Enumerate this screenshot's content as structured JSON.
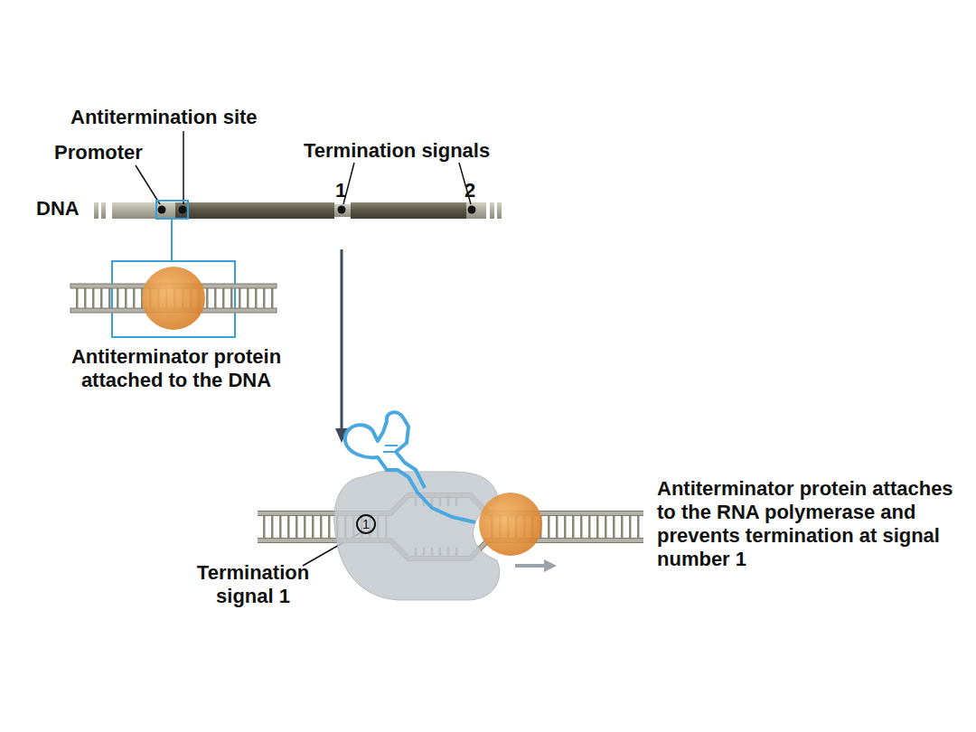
{
  "diagram": {
    "nodes": [
      {
        "text": [
          "1"
        ]
      }
    ],
    "labels": [
      "Antitermination site",
      "Promoter",
      "Termination signals",
      "1",
      "2",
      "DNA",
      "Antiterminator protein attached to the DNA",
      "Termination signal 1",
      "Antiterminator protein attaches to the RNA polymerase and prevents termination at signal number 1"
    ]
  }
}
